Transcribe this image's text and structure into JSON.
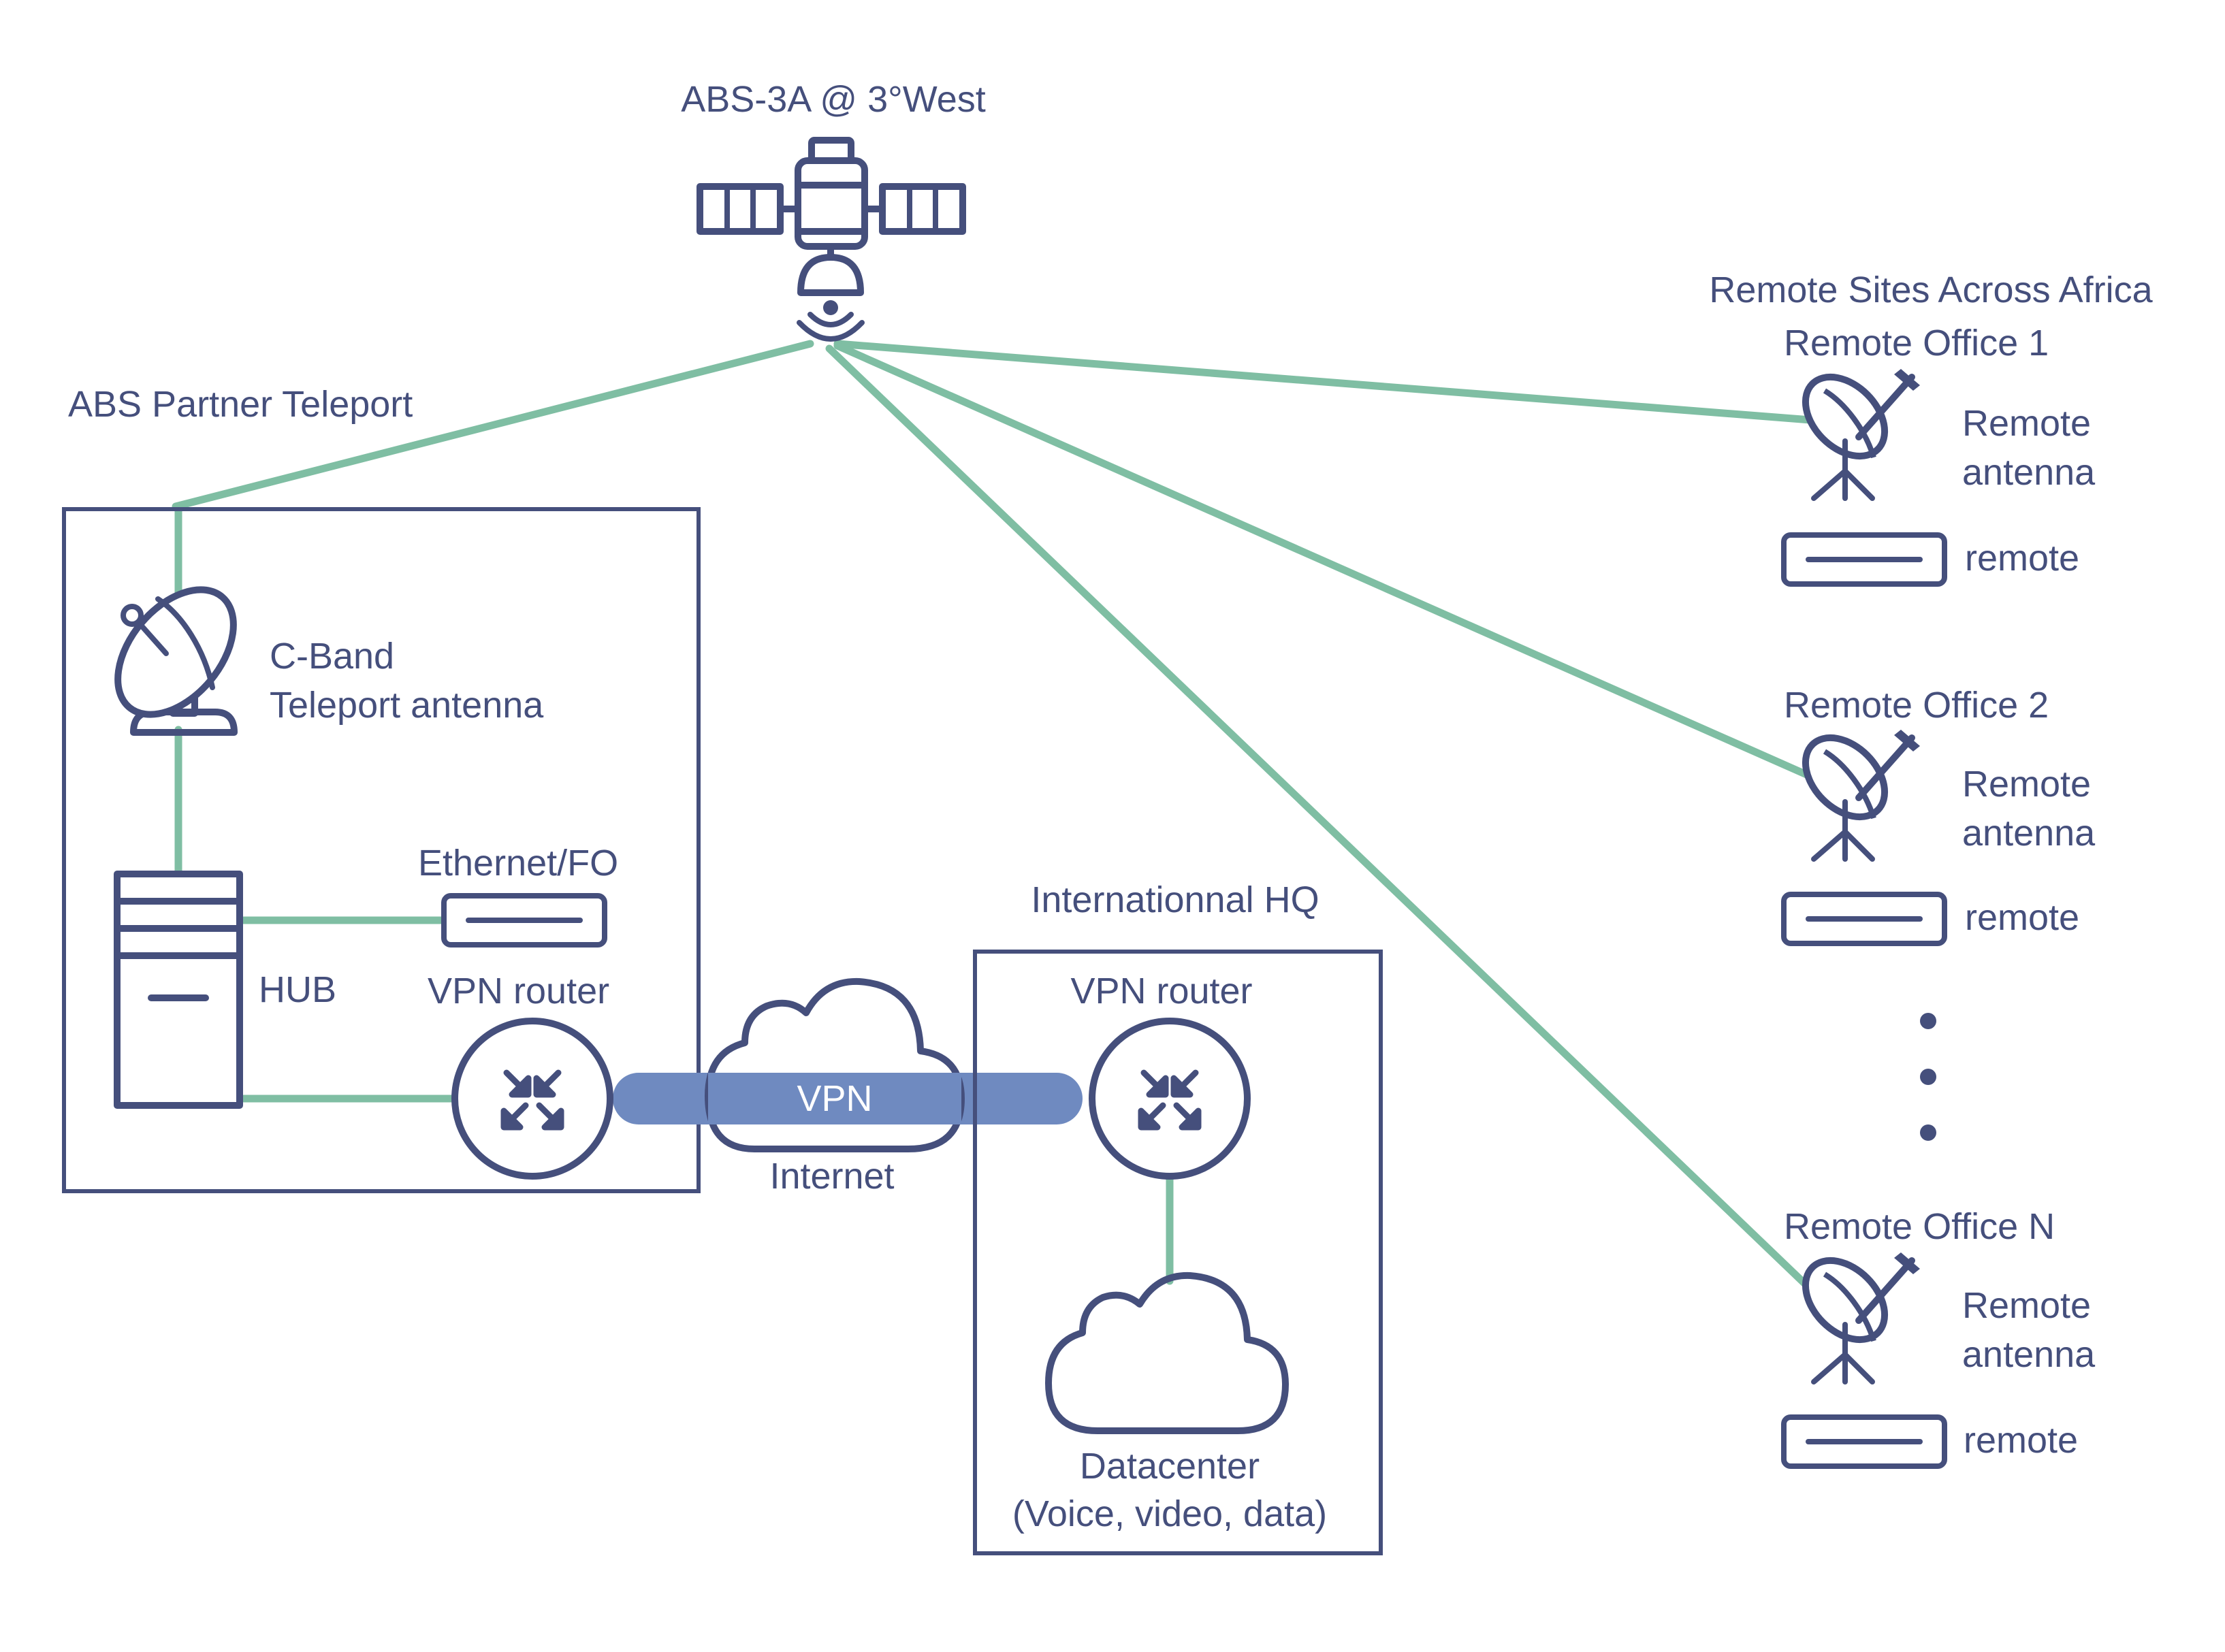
{
  "satellite": {
    "label": "ABS-3A @ 3°West"
  },
  "teleport": {
    "title": "ABS Partner Teleport",
    "antenna_label_1": "C-Band",
    "antenna_label_2": "Teleport antenna",
    "ethernet_label": "Ethernet/FO",
    "hub_label": "HUB",
    "router_label": "VPN router"
  },
  "internet": {
    "tunnel_label": "VPN",
    "cloud_label": "Internet"
  },
  "hq": {
    "title": "Internationnal HQ",
    "router_label": "VPN router",
    "datacenter_label_1": "Datacenter",
    "datacenter_label_2": "(Voice, video, data)"
  },
  "remote": {
    "title": "Remote Sites Across Africa",
    "offices": [
      {
        "name": "Remote Office 1",
        "antenna_1": "Remote",
        "antenna_2": "antenna",
        "modem": "remote"
      },
      {
        "name": "Remote Office 2",
        "antenna_1": "Remote",
        "antenna_2": "antenna",
        "modem": "remote"
      },
      {
        "name": "Remote Office N",
        "antenna_1": "Remote",
        "antenna_2": "antenna",
        "modem": "remote"
      }
    ]
  },
  "colors": {
    "ink": "#454f7c",
    "link": "#7fbea3",
    "vpn": "#6f8ac0"
  },
  "icons": [
    "satellite-icon",
    "dish-icon",
    "server-icon",
    "modem-icon",
    "router-icon",
    "cloud-icon"
  ]
}
